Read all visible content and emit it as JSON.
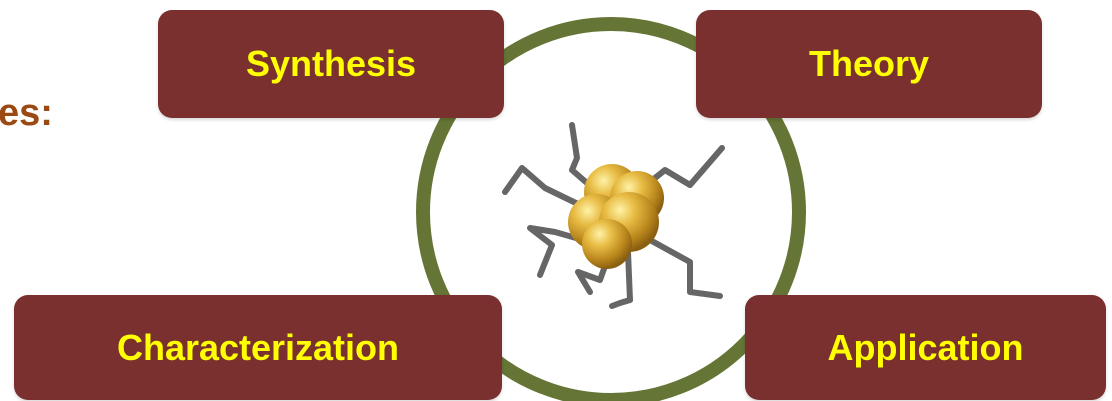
{
  "partial_title": "es:",
  "boxes": {
    "synthesis": "Synthesis",
    "theory": "Theory",
    "characterization": "Characterization",
    "application": "Application"
  },
  "colors": {
    "box_fill": "#7a302f",
    "box_text": "#ffff00",
    "ring": "#647536",
    "partial_title": "#9a4a12",
    "ligand": "#666666",
    "gold": "#d9a62e"
  }
}
